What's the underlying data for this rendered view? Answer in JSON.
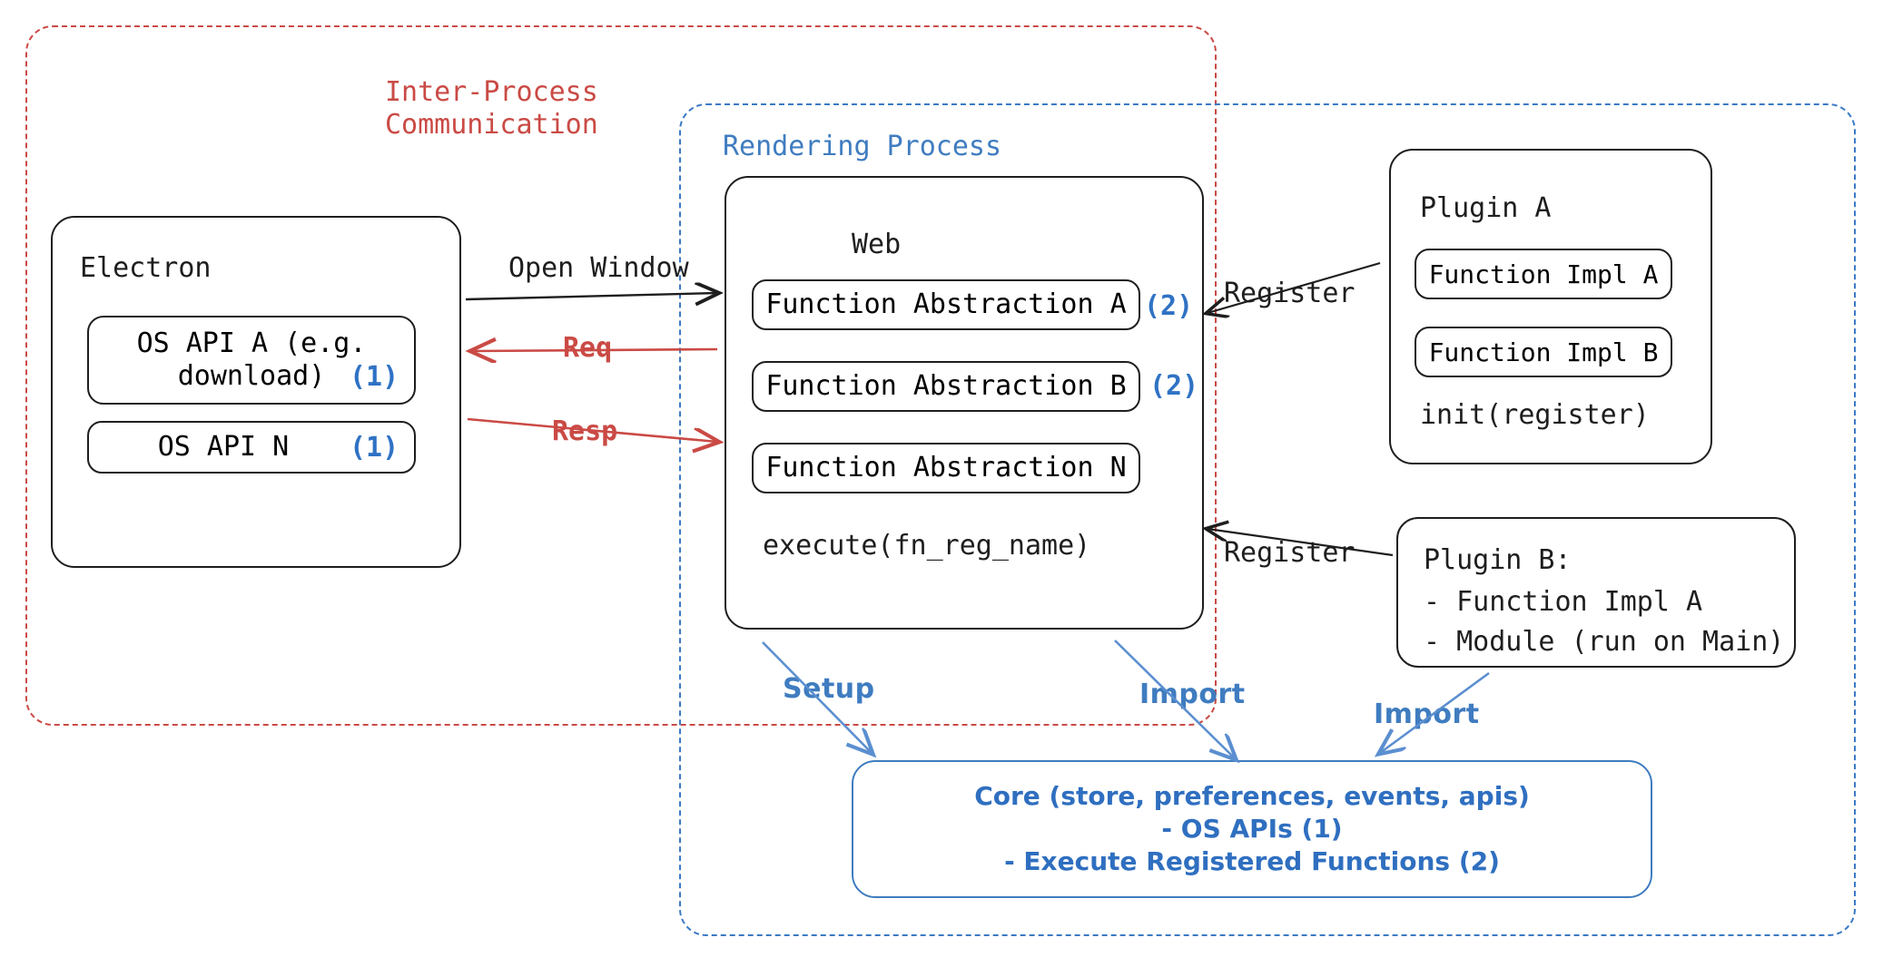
{
  "diagram": {
    "title": "Electron plugin architecture",
    "colors": {
      "ipc_red": "#ca4a45",
      "render_blue": "#3b7ac4",
      "accent_blue": "#2f72c4",
      "ink": "#1e1e1e"
    }
  },
  "containers": {
    "ipc": {
      "label_line1": "Inter-Process",
      "label_line2": "Communication"
    },
    "rendering": {
      "label": "Rendering Process"
    }
  },
  "electron": {
    "title": "Electron",
    "apis": [
      {
        "label_line1": "OS API A (e.g.",
        "label_line2": "download)",
        "marker": "(1)"
      },
      {
        "label_line1": "OS API N",
        "label_line2": "",
        "marker": "(1)"
      }
    ]
  },
  "web": {
    "title": "Web",
    "abstractions": [
      {
        "label": "Function Abstraction A",
        "marker": "(2)"
      },
      {
        "label": "Function Abstraction B",
        "marker": "(2)"
      },
      {
        "label": "Function Abstraction N",
        "marker": ""
      }
    ],
    "footer": "execute(fn_reg_name)"
  },
  "plugin_a": {
    "title": "Plugin A",
    "items": [
      "Function Impl A",
      "Function Impl B"
    ],
    "footer": "init(register)"
  },
  "plugin_b": {
    "line1": "Plugin B:",
    "line2": "- Function Impl A",
    "line3": "- Module (run on Main)"
  },
  "core": {
    "line1": "Core (store, preferences, events, apis)",
    "line2": "- OS APIs (1)",
    "line3": "- Execute Registered Functions (2)"
  },
  "edges": {
    "open_window": "Open Window",
    "req": "Req",
    "resp": "Resp",
    "register_a": "Register",
    "register_b": "Register",
    "setup": "Setup",
    "import_web": "Import",
    "import_plugin": "Import"
  }
}
